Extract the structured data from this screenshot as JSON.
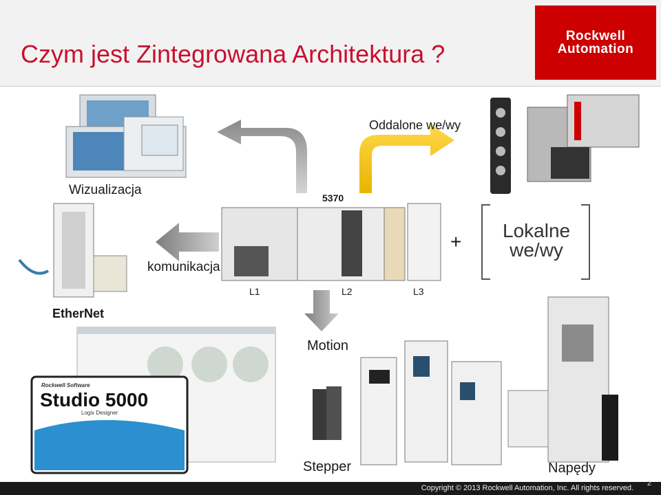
{
  "header": {
    "title": "Czym jest Zintegrowana Architektura ?",
    "logo_line1": "Rockwell",
    "logo_line2": "Automation"
  },
  "labels": {
    "visualization": "Wizualizacja",
    "remote_io": "Oddalone we/wy",
    "controller": "5370",
    "communication": "komunikacja",
    "plus": "+",
    "local_io_line1": "Lokalne",
    "local_io_line2": "we/wy",
    "ethernet": "EtherNet",
    "l1": "L1",
    "l2": "L2",
    "l3": "L3",
    "motion": "Motion",
    "stepper": "Stepper",
    "drives": "Napędy"
  },
  "software": {
    "vendor": "Rockwell Software",
    "product": "Studio 5000",
    "subtitle": "Logix Designer"
  },
  "footer": {
    "copyright": "Copyright © 2013 Rockwell Automation, Inc. All rights reserved.",
    "page": "2"
  },
  "colors": {
    "title": "#c8102e",
    "logo_bg": "#cc0000",
    "arrow_yellow": "#f5c200",
    "arrow_gray": "#9a9a9a"
  }
}
